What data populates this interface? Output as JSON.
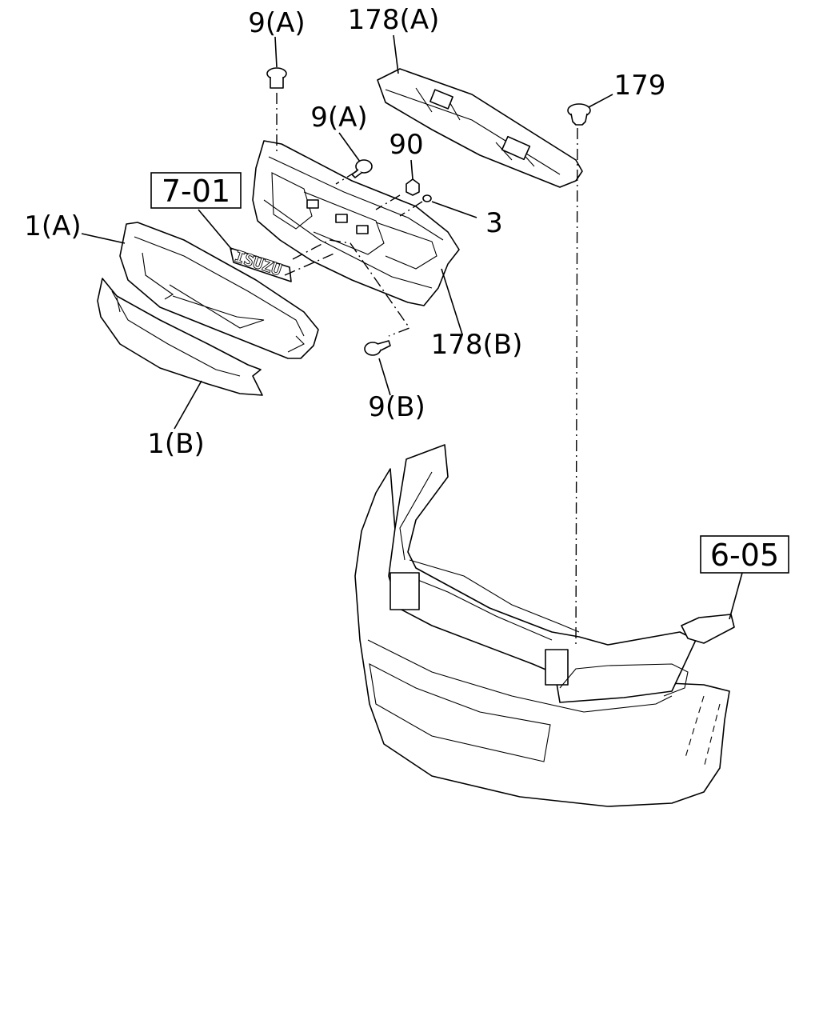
{
  "diagram": {
    "callouts": [
      {
        "id": "c-9a-top",
        "text": "9(A)"
      },
      {
        "id": "c-178a",
        "text": "178(A)"
      },
      {
        "id": "c-179",
        "text": "179"
      },
      {
        "id": "c-9a-mid",
        "text": "9(A)"
      },
      {
        "id": "c-90",
        "text": "90"
      },
      {
        "id": "c-3",
        "text": "3"
      },
      {
        "id": "c-1a",
        "text": "1(A)"
      },
      {
        "id": "c-178b",
        "text": "178(B)"
      },
      {
        "id": "c-9b",
        "text": "9(B)"
      },
      {
        "id": "c-1b",
        "text": "1(B)"
      }
    ],
    "references": [
      {
        "id": "r-701",
        "text": "7-01"
      },
      {
        "id": "r-605",
        "text": "6-05"
      }
    ],
    "emblem_text": "ISUZU"
  }
}
